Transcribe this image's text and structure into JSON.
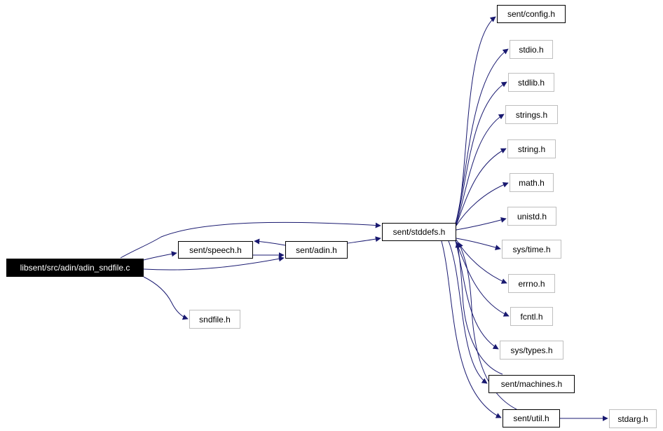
{
  "colors": {
    "edge": "#191970",
    "documented_border": "#000000",
    "external_border": "#bfbfbf",
    "root_background": "#000000",
    "root_text": "#ffffff"
  },
  "nodes": {
    "adin_sndfile_c": "libsent/src/adin/adin_sndfile.c",
    "speech_h": "sent/speech.h",
    "adin_h": "sent/adin.h",
    "sndfile_h": "sndfile.h",
    "stddefs_h": "sent/stddefs.h",
    "config_h": "sent/config.h",
    "stdio_h": "stdio.h",
    "stdlib_h": "stdlib.h",
    "strings_h": "strings.h",
    "string_h": "string.h",
    "math_h": "math.h",
    "unistd_h": "unistd.h",
    "sys_time_h": "sys/time.h",
    "errno_h": "errno.h",
    "fcntl_h": "fcntl.h",
    "sys_types_h": "sys/types.h",
    "machines_h": "sent/machines.h",
    "util_h": "sent/util.h",
    "stdarg_h": "stdarg.h"
  }
}
